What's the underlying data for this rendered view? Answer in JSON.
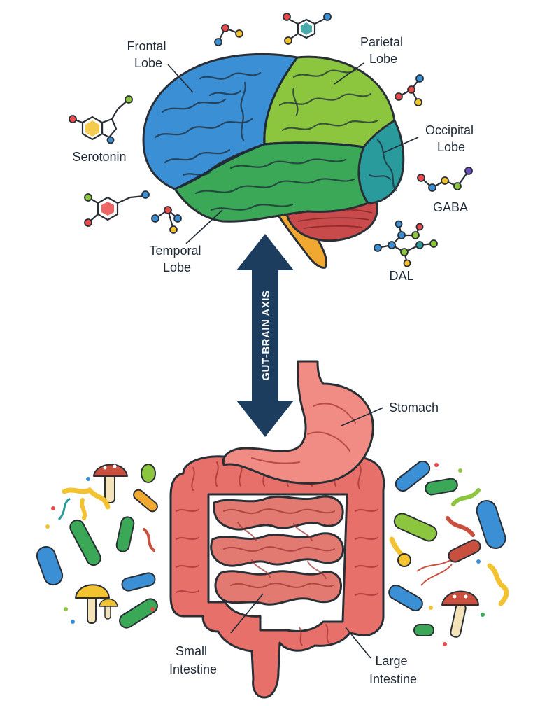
{
  "labels": {
    "frontal_lobe": [
      "Frontal",
      "Lobe"
    ],
    "parietal_lobe": [
      "Parietal",
      "Lobe"
    ],
    "occipital_lobe": [
      "Occipital",
      "Lobe"
    ],
    "temporal_lobe": [
      "Temporal",
      "Lobe"
    ],
    "serotonin": "Serotonin",
    "gaba": "GABA",
    "dal": "DAL",
    "axis": "GUT-BRAIN AXIS",
    "stomach": "Stomach",
    "small_intestine": [
      "Small",
      "Intestine"
    ],
    "large_intestine": [
      "Large",
      "Intestine"
    ]
  },
  "colors": {
    "frontal": "#3b8fd4",
    "parietal": "#8cc63f",
    "temporal": "#3aa856",
    "occipital": "#2a9b9c",
    "cerebellum": "#c94a4a",
    "brainstem": "#f0a830",
    "axis_arrow": "#1c3d5e",
    "gut": "#e8706a",
    "stomach": "#f08c84"
  }
}
